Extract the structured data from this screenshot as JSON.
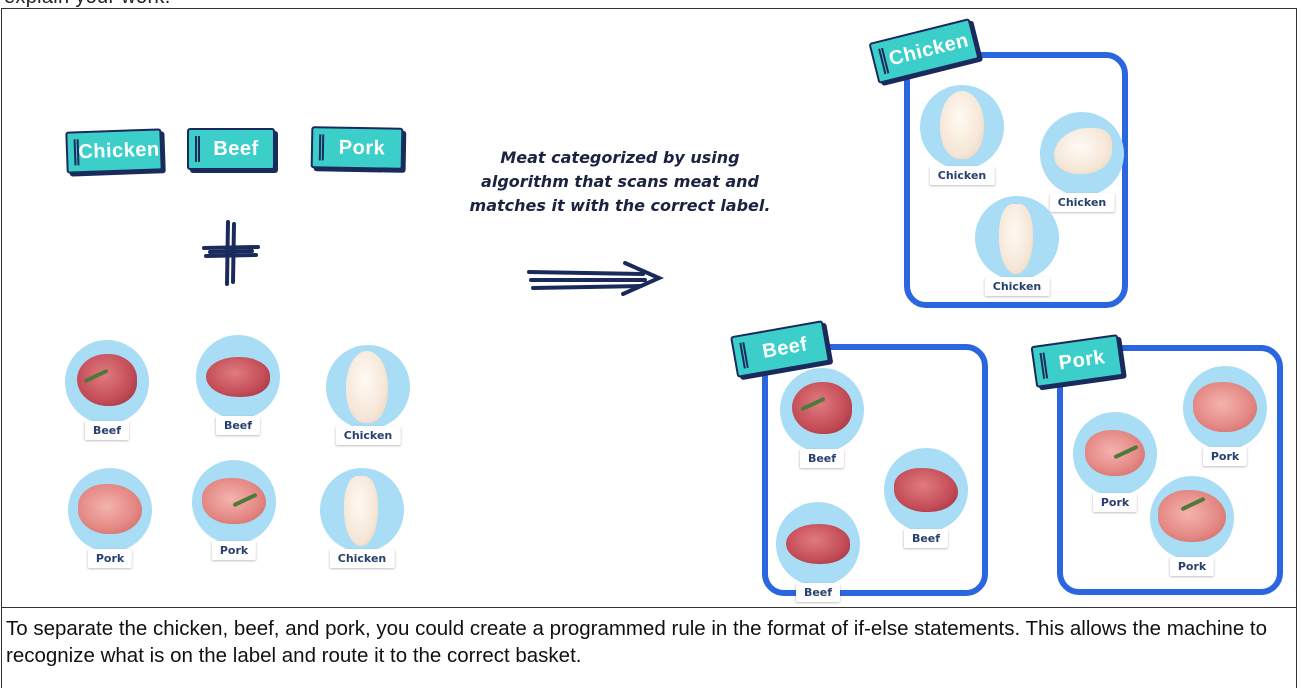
{
  "top_cut_text": "explain your work.",
  "labels": {
    "chicken": "Chicken",
    "beef": "Beef",
    "pork": "Pork"
  },
  "caption": "Meat categorized by using algorithm that scans meat and matches it with the correct label.",
  "unsorted": [
    {
      "type": "beef",
      "label": "Beef"
    },
    {
      "type": "beef",
      "label": "Beef"
    },
    {
      "type": "chicken",
      "label": "Chicken"
    },
    {
      "type": "pork",
      "label": "Pork"
    },
    {
      "type": "pork",
      "label": "Pork"
    },
    {
      "type": "chicken",
      "label": "Chicken"
    }
  ],
  "baskets": {
    "chicken": {
      "title": "Chicken",
      "items": [
        "Chicken",
        "Chicken",
        "Chicken"
      ]
    },
    "beef": {
      "title": "Beef",
      "items": [
        "Beef",
        "Beef",
        "Beef"
      ]
    },
    "pork": {
      "title": "Pork",
      "items": [
        "Pork",
        "Pork",
        "Pork"
      ]
    }
  },
  "icons": [
    "plus-icon",
    "arrow-icon"
  ],
  "colors": {
    "tag": "#3ccfc9",
    "basket_border": "#2a66e0",
    "meat_circle": "#a9dcf5",
    "ink": "#1b2a5c"
  },
  "description": "To separate the chicken, beef, and pork, you could create a programmed rule in the format of if-else statements. This allows the machine to recognize what is on the label and route it to the correct basket."
}
